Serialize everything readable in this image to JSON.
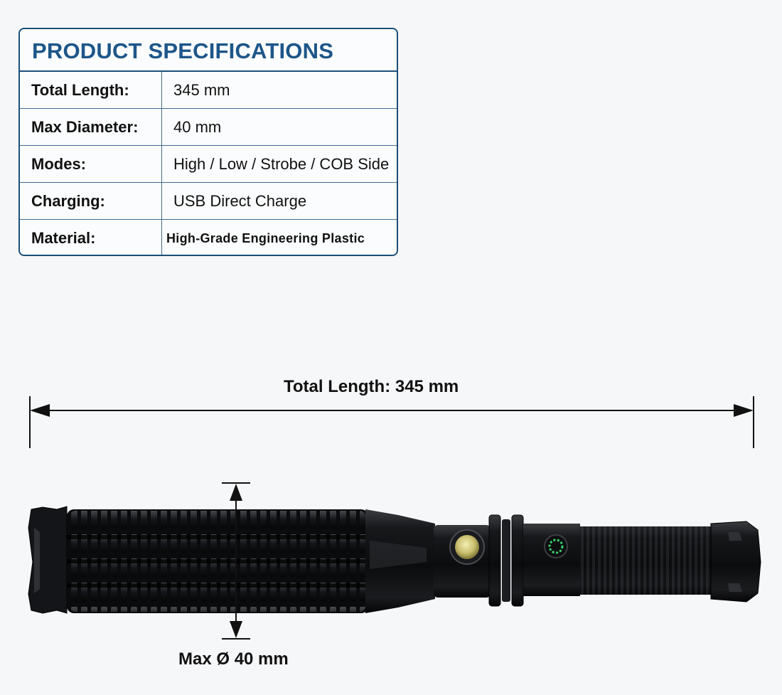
{
  "specs": {
    "title": "PRODUCT SPECIFICATIONS",
    "rows": [
      {
        "label": "Total Length:",
        "value": "345 mm"
      },
      {
        "label": "Max Diameter:",
        "value": "40 mm"
      },
      {
        "label": "Modes:",
        "value": "High / Low / Strobe / COB Side"
      },
      {
        "label": "Charging:",
        "value": "USB Direct Charge"
      },
      {
        "label": "Material:",
        "value": "High-Grade Engineering Plastic"
      }
    ]
  },
  "dimensions": {
    "total_length_label": "Total Length: 345 mm",
    "max_diameter_label": "Max Ø 40 mm"
  },
  "colors": {
    "card_border": "#1d4f79",
    "title_text": "#1d5689",
    "flashlight_body": "#111214",
    "cob_light": "#c8c27a",
    "indicator_button": "#3ad46a"
  },
  "icons": {
    "product": "tactical-flashlight-icon",
    "side_light": "cob-side-light-icon",
    "power_button": "power-indicator-button-icon"
  }
}
